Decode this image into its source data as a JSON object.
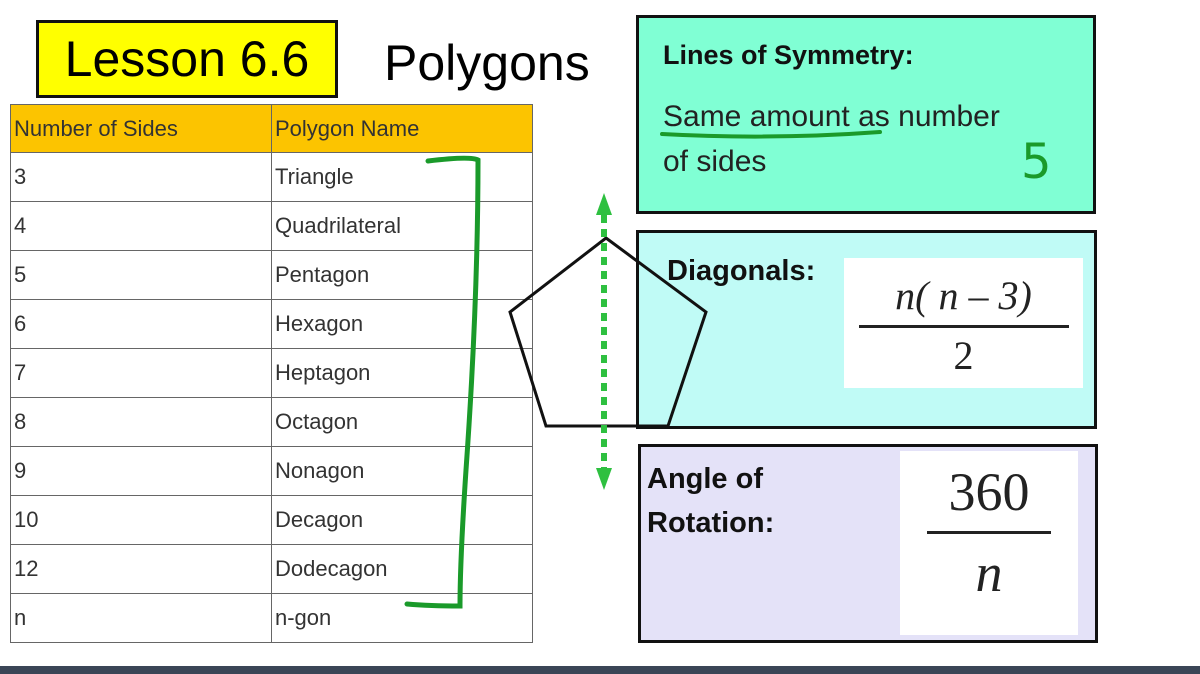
{
  "header": {
    "lesson": "Lesson 6.6",
    "topic": "Polygons"
  },
  "table": {
    "columns": [
      "Number of Sides",
      "Polygon Name"
    ],
    "rows": [
      [
        "3",
        "Triangle"
      ],
      [
        "4",
        "Quadrilateral"
      ],
      [
        "5",
        "Pentagon"
      ],
      [
        "6",
        "Hexagon"
      ],
      [
        "7",
        "Heptagon"
      ],
      [
        "8",
        "Octagon"
      ],
      [
        "9",
        "Nonagon"
      ],
      [
        "10",
        "Decagon"
      ],
      [
        "12",
        "Dodecagon"
      ],
      [
        "n",
        "n-gon"
      ]
    ]
  },
  "symmetry": {
    "title": "Lines of Symmetry:",
    "text_underlined": "Same amount",
    "text_rest": " as number",
    "text_line2": "of sides",
    "handwritten": "5"
  },
  "diagonals": {
    "title": "Diagonals:",
    "numerator": "n( n – 3)",
    "denominator": "2"
  },
  "rotation": {
    "title_line1": "Angle of",
    "title_line2": "Rotation:",
    "numerator": "360",
    "denominator": "n"
  },
  "colors": {
    "ink": "#1a9a2a",
    "header": "#fcc400",
    "lesson_bg": "#ffff00"
  }
}
